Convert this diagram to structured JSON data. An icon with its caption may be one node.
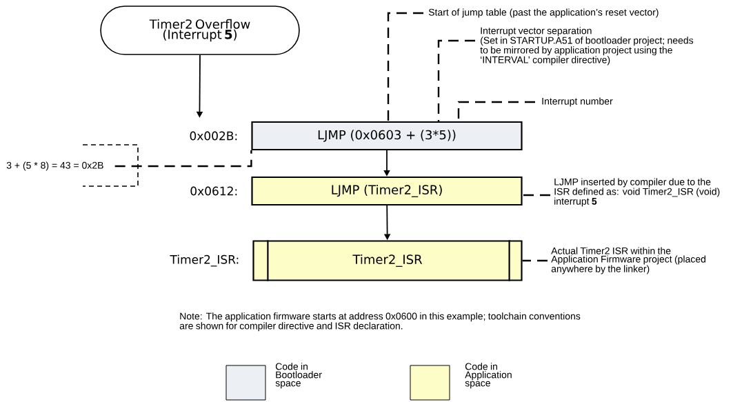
{
  "diagram": {
    "nodes": [
      {
        "text": [
          "Timer2 Overflow (Interrupt **5**)"
        ]
      },
      {
        "text": [
          "LJMP (0x0603 + (3*5))"
        ],
        "beside": [
          "0x002B:"
        ]
      },
      {
        "text": [
          "LJMP (Timer2_ISR)"
        ],
        "beside": [
          "0x0612:"
        ]
      },
      {
        "text": [
          "Timer2_ISR"
        ],
        "beside": [
          "Timer2_ISR:"
        ]
      },
      {
        "text": [
          "3 + (5 * 8) = 43 = 0x2B"
        ]
      },
      {
        "text": [
          "Start of jump table (past the application’s reset vector)"
        ]
      },
      {
        "text": [
          "Interrupt vector separation",
          "(Set in STARTUP.A51 of bootloader project; needs to be mirrored by application project using the ‘INTERVAL’ compiler directive)"
        ]
      },
      {
        "text": [
          "Interrupt number"
        ]
      },
      {
        "text": [
          "LJMP inserted by compiler due to the ISR defined as: void Timer2_ISR (void) interrupt **5**"
        ]
      },
      {
        "text": [
          "Actual Timer2 ISR within the Application Firmware project (placed anywhere by the linker)"
        ]
      }
    ],
    "edges": [
      {
        "from": 0,
        "to": 1,
        "arrow": "to"
      },
      {
        "from": 1,
        "to": 2,
        "arrow": "to"
      },
      {
        "from": 2,
        "to": 3,
        "arrow": "to"
      },
      {
        "from": 4,
        "to": 1,
        "arrow": "none",
        "style": "dashed"
      },
      {
        "from": 5,
        "to": 1,
        "arrow": "none",
        "style": "dashed"
      },
      {
        "from": 6,
        "to": 1,
        "arrow": "none",
        "style": "dashed"
      },
      {
        "from": 7,
        "to": 1,
        "arrow": "none",
        "style": "dashed"
      },
      {
        "from": 8,
        "to": 2,
        "arrow": "none",
        "style": "dashed"
      },
      {
        "from": 9,
        "to": 3,
        "arrow": "none",
        "style": "dashed"
      }
    ],
    "labels": [
      "Note: The application firmware starts at address 0x0600 in this example; toolchain conventions are shown for compiler directive and ISR declaration."
    ],
    "legend": [
      {
        "text": "Code in Bootloader space",
        "color": "#eceff4"
      },
      {
        "text": "Code in Application space",
        "color": "#fdfdc8"
      }
    ]
  }
}
